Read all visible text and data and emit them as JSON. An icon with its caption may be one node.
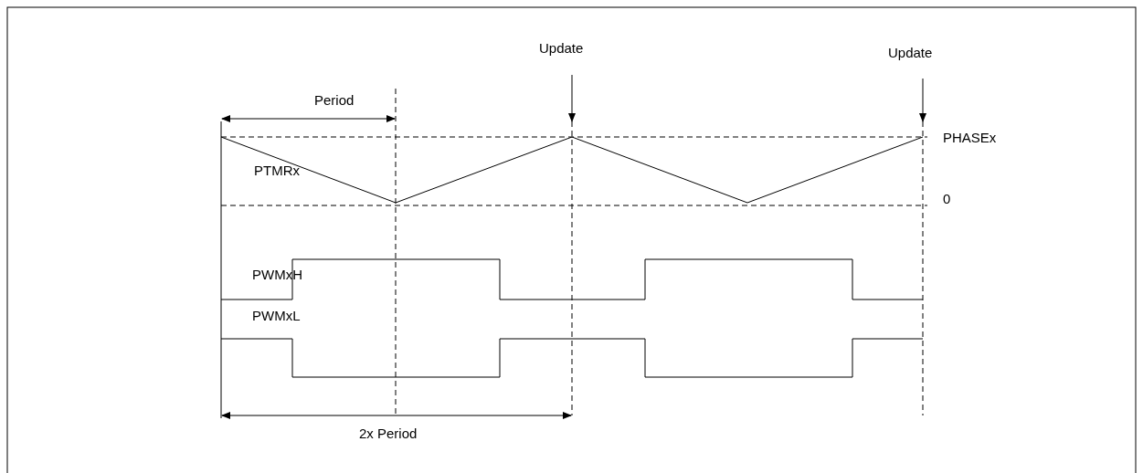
{
  "diagram": {
    "labels": [
      "Update",
      "Update",
      "Period",
      "PTMRx",
      "PHASEx",
      "0",
      "PWMxH",
      "PWMxL",
      "2x Period"
    ]
  }
}
